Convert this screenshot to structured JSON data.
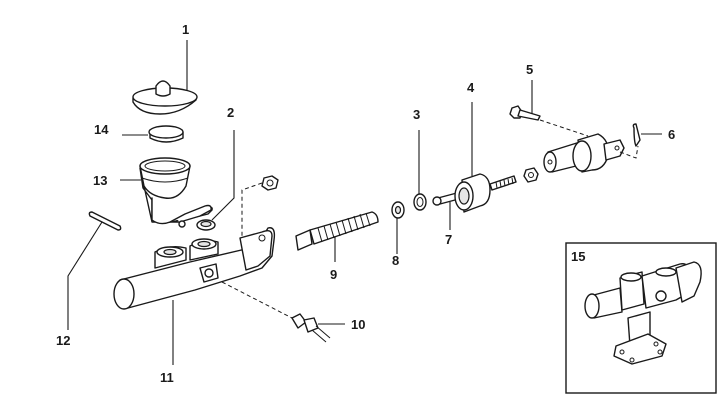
{
  "diagram": {
    "title": "Clutch master cylinder exploded view",
    "parts": [
      {
        "number": "1",
        "name": "reservoir-cap"
      },
      {
        "number": "2",
        "name": "grommet"
      },
      {
        "number": "3",
        "name": "circlip"
      },
      {
        "number": "4",
        "name": "boot"
      },
      {
        "number": "5",
        "name": "bolt"
      },
      {
        "number": "6",
        "name": "clip"
      },
      {
        "number": "7",
        "name": "pushrod"
      },
      {
        "number": "8",
        "name": "washer"
      },
      {
        "number": "9",
        "name": "piston-assembly"
      },
      {
        "number": "10",
        "name": "pipe-union"
      },
      {
        "number": "11",
        "name": "master-cylinder-body"
      },
      {
        "number": "12",
        "name": "roll-pin"
      },
      {
        "number": "13",
        "name": "fluid-reservoir"
      },
      {
        "number": "14",
        "name": "seal"
      }
    ],
    "inset": {
      "number": "15",
      "name": "alternative-cylinder-type"
    }
  }
}
